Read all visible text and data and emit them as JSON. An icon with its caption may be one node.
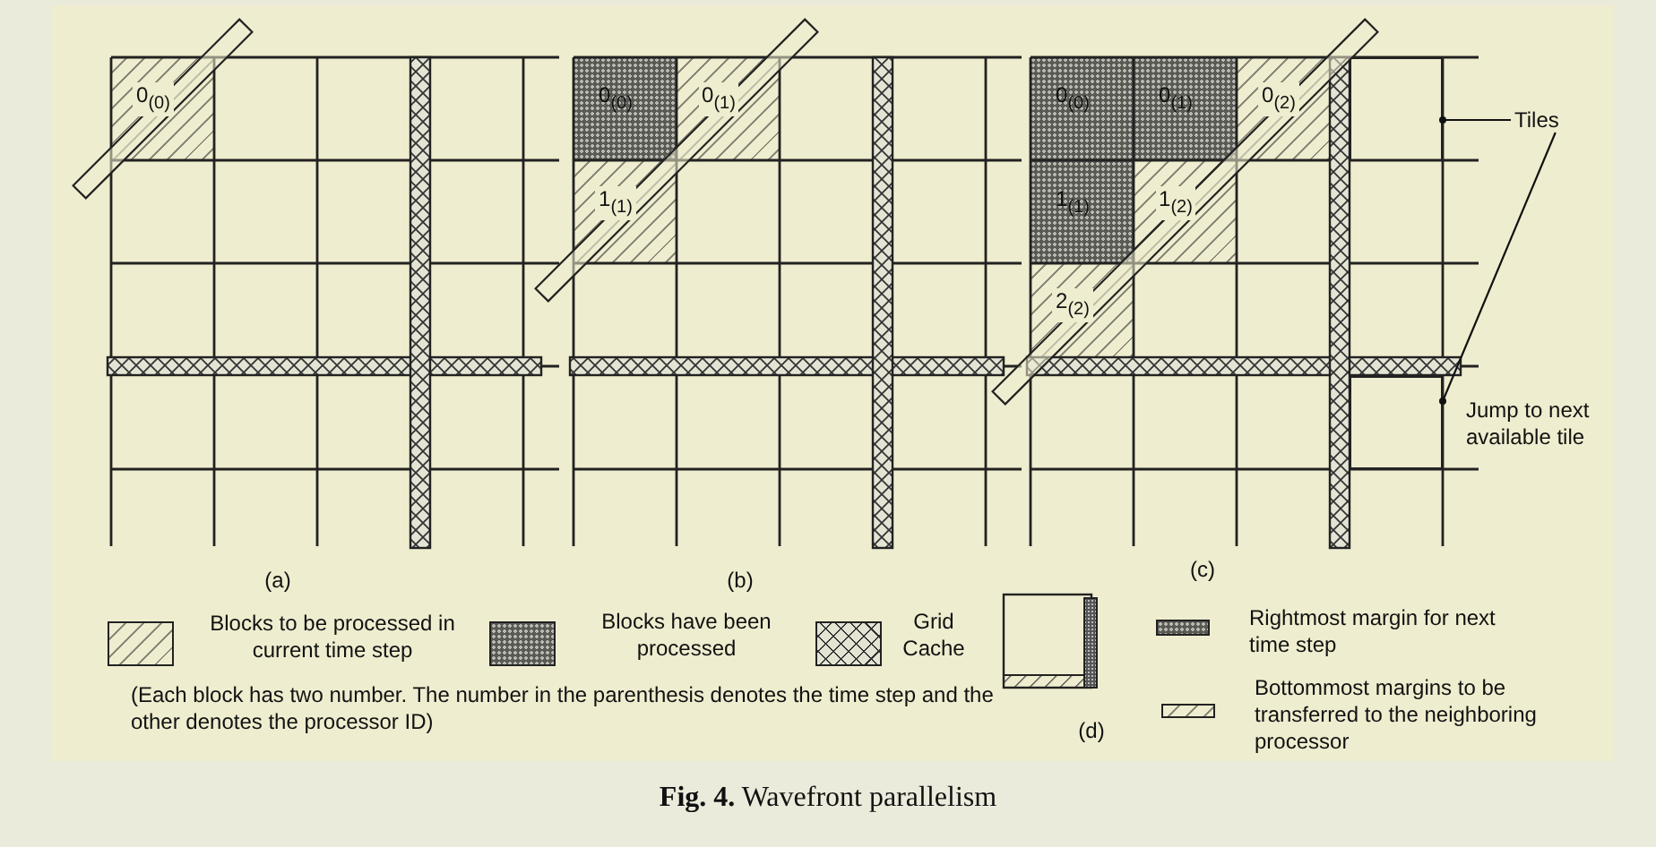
{
  "diagram": {
    "caption": "**Fig. 4.** Wavefront parallelism",
    "nodes": [
      {
        "text": [
          "0$_{(0)}$"
        ]
      },
      {
        "text": [
          "0$_{(0)}$"
        ]
      },
      {
        "text": [
          "0$_{(1)}$"
        ]
      },
      {
        "text": [
          "1$_{(1)}$"
        ]
      },
      {
        "text": [
          "0$_{(0)}$"
        ]
      },
      {
        "text": [
          "0$_{(1)}$"
        ]
      },
      {
        "text": [
          "0$_{(2)}$"
        ]
      },
      {
        "text": [
          "1$_{(1)}$"
        ]
      },
      {
        "text": [
          "1$_{(2)}$"
        ]
      },
      {
        "text": [
          "2$_{(2)}$"
        ]
      },
      {
        "text": [],
        "shape": "box"
      },
      {
        "text": [
          "Tiles"
        ]
      },
      {
        "text": [],
        "shape": "box"
      }
    ],
    "edges": [
      {
        "from": 11,
        "to": 10,
        "arrow": "other"
      },
      {
        "from": 11,
        "to": 12,
        "arrow": "other"
      }
    ],
    "labels": [
      "Jump to next available tile",
      "(a)",
      "(b)",
      "(c)",
      "(Each block has two number. The number in the parenthesis denotes the time step and the other denotes the processor ID)",
      "(d)"
    ],
    "legend": [
      {
        "text": "Blocks to be processed in current time step"
      },
      {
        "text": "Blocks have been processed"
      },
      {
        "text": "Grid Cache"
      },
      {
        "text": "Rightmost margin for next time step"
      },
      {
        "text": "Bottommost margins to be transferred to the neighboring processor"
      }
    ]
  }
}
